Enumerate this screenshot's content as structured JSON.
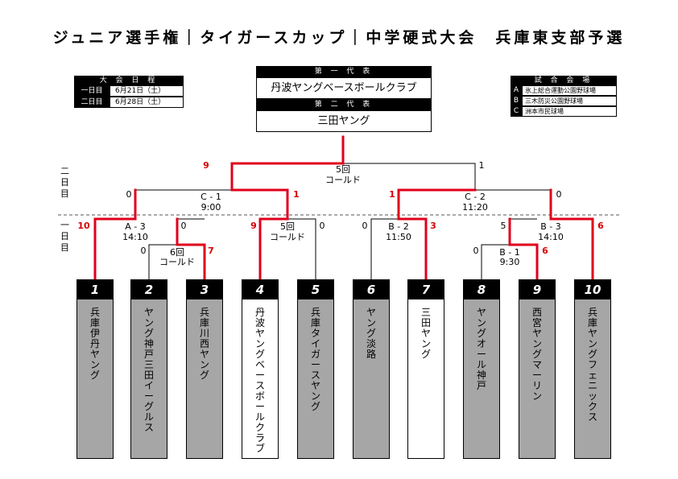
{
  "title": "ジュニア選手権｜タイガースカップ｜中学硬式大会　兵庫東支部予選",
  "schedule": {
    "header": "大 会 日 程",
    "rows": [
      {
        "label": "一日目",
        "date": "6月21日（土）"
      },
      {
        "label": "二日目",
        "date": "6月28日（土）"
      }
    ]
  },
  "representatives": {
    "first_header": "第 一 代 表",
    "first_team": "丹波ヤングベースボールクラブ",
    "second_header": "第 二 代 表",
    "second_team": "三田ヤング"
  },
  "venues": {
    "header": "試 合 会 場",
    "rows": [
      {
        "code": "A",
        "name": "氷上総合運動公園野球場"
      },
      {
        "code": "B",
        "name": "三木防災公園野球場"
      },
      {
        "code": "C",
        "name": "洲本市民球場"
      }
    ]
  },
  "day_labels": {
    "day2": "二日目",
    "day1": "一日目"
  },
  "teams": [
    {
      "seed": "1",
      "name": "兵庫伊丹ヤング",
      "winner": false
    },
    {
      "seed": "2",
      "name": "ヤング神戸三田イーグルス",
      "winner": false
    },
    {
      "seed": "3",
      "name": "兵庫川西ヤング",
      "winner": false
    },
    {
      "seed": "4",
      "name": "丹波ヤングベースボールクラブ",
      "winner": true
    },
    {
      "seed": "5",
      "name": "兵庫タイガースヤング",
      "winner": false
    },
    {
      "seed": "6",
      "name": "ヤング淡路",
      "winner": false
    },
    {
      "seed": "7",
      "name": "三田ヤング",
      "winner": true
    },
    {
      "seed": "8",
      "name": "ヤングオール神戸",
      "winner": false
    },
    {
      "seed": "9",
      "name": "西宮ヤングマーリン",
      "winner": false
    },
    {
      "seed": "10",
      "name": "兵庫ヤングフェニックス",
      "winner": false
    }
  ],
  "matches": {
    "a6": {
      "note1": "6回",
      "note2": "コールド",
      "left_score": "0",
      "right_score": "7"
    },
    "b1": {
      "code": "B - 1",
      "time": "9:30",
      "left_score": "0",
      "right_score": "6"
    },
    "a3": {
      "code": "A - 3",
      "time": "14:10",
      "left_score": "10",
      "right_score": "0"
    },
    "m45": {
      "note1": "5回",
      "note2": "コールド",
      "left_score": "9",
      "right_score": "0"
    },
    "b2": {
      "code": "B - 2",
      "time": "11:50",
      "left_score": "0",
      "right_score": "3"
    },
    "b3": {
      "code": "B - 3",
      "time": "14:10",
      "left_score": "5",
      "right_score": "6"
    },
    "c1": {
      "code": "C - 1",
      "time": "9:00",
      "left_score": "0",
      "right_score": "1"
    },
    "c2": {
      "code": "C - 2",
      "time": "11:20",
      "left_score": "1",
      "right_score": "0"
    },
    "final": {
      "note1": "5回",
      "note2": "コールド",
      "left_score": "9",
      "right_score": "1"
    }
  },
  "colors": {
    "win_line": "#e0001b",
    "loss_line": "#000000",
    "team_bg": "#a6a6a6",
    "winner_bg": "#ffffff"
  }
}
